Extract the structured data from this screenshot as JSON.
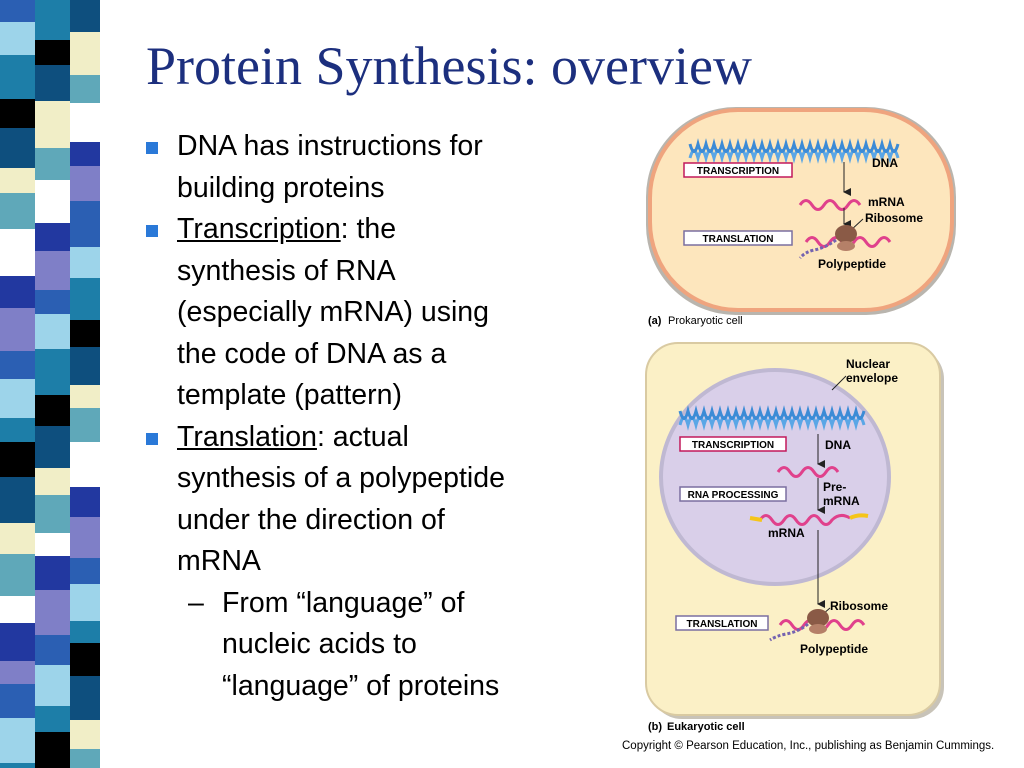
{
  "slide": {
    "title": "Protein Synthesis: overview",
    "bullets": [
      {
        "lines": [
          "DNA has instructions for",
          "building proteins"
        ]
      },
      {
        "term": "Transcription",
        "rest": ": the",
        "lines": [
          "synthesis of RNA",
          "(especially mRNA) using",
          "the code of DNA as a",
          "template (pattern)"
        ]
      },
      {
        "term": "Translation",
        "rest": ": actual",
        "lines": [
          "synthesis of a polypeptide",
          "under the direction of",
          "mRNA"
        ]
      }
    ],
    "sub_bullet": {
      "dash": "–",
      "lines": [
        "From “language” of",
        "nucleic acids to",
        "“language” of proteins"
      ]
    },
    "copyright": "Copyright © Pearson Education, Inc., publishing as Benjamin Cummings."
  },
  "figure": {
    "prokaryote": {
      "caption_letter": "(a)",
      "caption": "Prokaryotic cell",
      "transcription_label": "TRANSCRIPTION",
      "translation_label": "TRANSLATION",
      "dna_label": "DNA",
      "mrna_label": "mRNA",
      "ribosome_label": "Ribosome",
      "polypeptide_label": "Polypeptide"
    },
    "eukaryote": {
      "caption_letter": "(b)",
      "caption": "Eukaryotic cell",
      "nuclear_label_1": "Nuclear",
      "nuclear_label_2": "envelope",
      "transcription_label": "TRANSCRIPTION",
      "rna_processing_label": "RNA PROCESSING",
      "translation_label": "TRANSLATION",
      "dna_label": "DNA",
      "pre_mrna_label_1": "Pre-",
      "pre_mrna_label_2": "mRNA",
      "mrna_label": "mRNA",
      "ribosome_label": "Ribosome",
      "polypeptide_label": "Polypeptide"
    }
  },
  "colors": {
    "title": "#1c2f7e",
    "bullet": "#2a79d8",
    "dna": "#5aa6e6",
    "mrna": "#e0418c",
    "label_box_border": "#c2185b",
    "prokaryote_fill": "#fde6bd",
    "eukaryote_fill": "#fbf0c6",
    "nucleus_fill": "#d9cfe9"
  }
}
